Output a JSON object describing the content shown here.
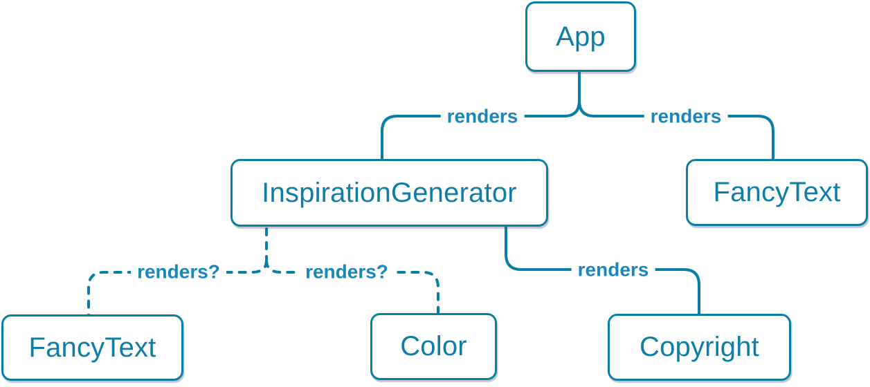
{
  "diagram": {
    "type": "component-render-tree",
    "nodes": [
      {
        "id": "app",
        "label": "App"
      },
      {
        "id": "inspiration-generator",
        "label": "InspirationGenerator"
      },
      {
        "id": "fancytext-top",
        "label": "FancyText"
      },
      {
        "id": "fancytext-bottom",
        "label": "FancyText"
      },
      {
        "id": "color",
        "label": "Color"
      },
      {
        "id": "copyright",
        "label": "Copyright"
      }
    ],
    "edges": [
      {
        "from": "App",
        "to": "InspirationGenerator",
        "label": "renders",
        "style": "solid"
      },
      {
        "from": "App",
        "to": "FancyText",
        "label": "renders",
        "style": "solid"
      },
      {
        "from": "InspirationGenerator",
        "to": "FancyText",
        "label": "renders?",
        "style": "dashed"
      },
      {
        "from": "InspirationGenerator",
        "to": "Color",
        "label": "renders?",
        "style": "dashed"
      },
      {
        "from": "InspirationGenerator",
        "to": "Copyright",
        "label": "renders",
        "style": "solid"
      }
    ],
    "colors": {
      "node_border": "#0a7ea4",
      "node_text": "#0e7ea6",
      "edge": "#0a7ea4",
      "edge_label": "#1a87b8",
      "node_bg": "#ffffff",
      "background": "#ffffff"
    }
  }
}
